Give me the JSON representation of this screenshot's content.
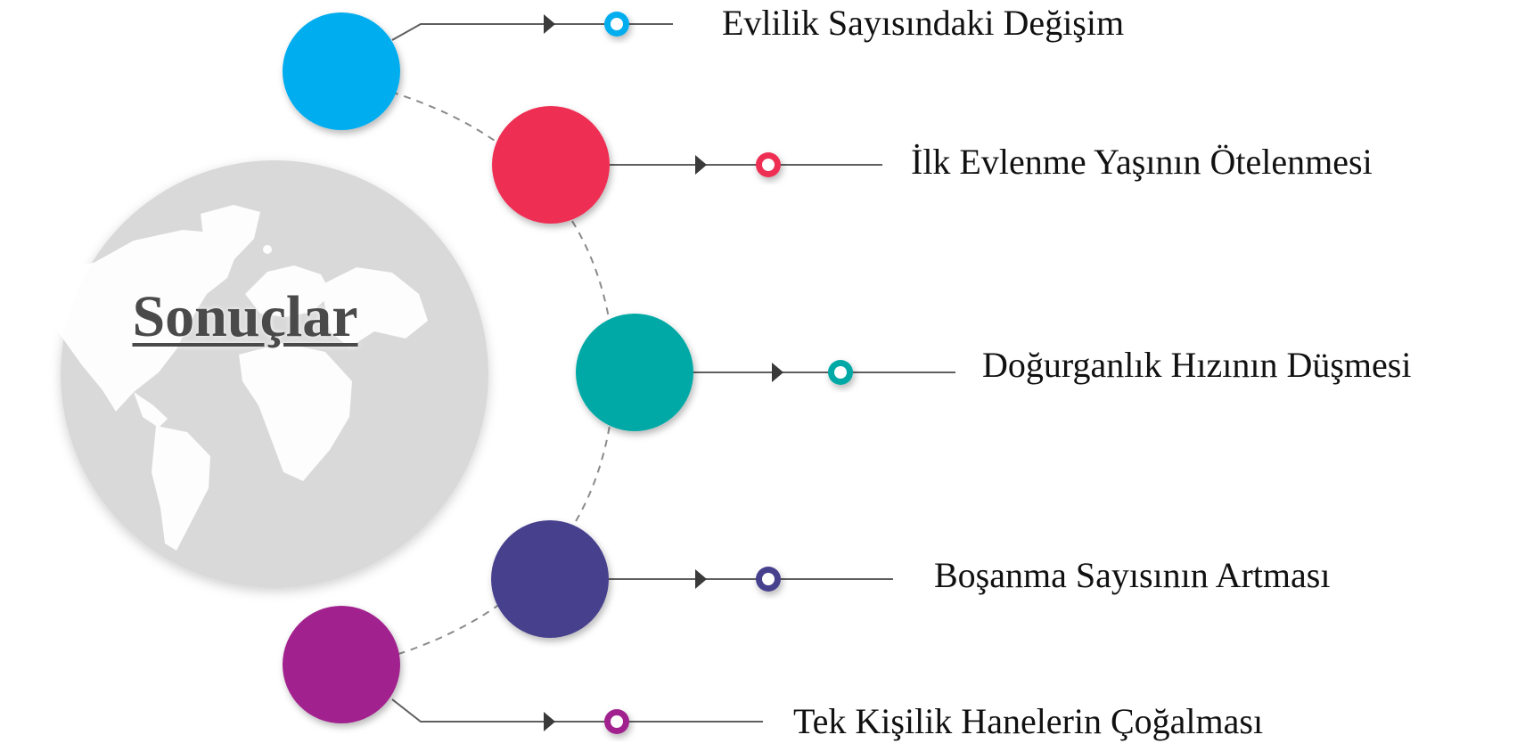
{
  "center": {
    "title": "Sonuçlar"
  },
  "colors": {
    "globe": "#d9d9d9",
    "line": "#5f5f5f",
    "arrow": "#3a3a3a",
    "dashed": "#8a8a8a"
  },
  "items": [
    {
      "label": "Evlilik Sayısındaki Değişim",
      "color": "#00adee"
    },
    {
      "label": "İlk Evlenme Yaşının Ötelenmesi",
      "color": "#ee2e52"
    },
    {
      "label": "Doğurganlık Hızının Düşmesi",
      "color": "#00a9a5"
    },
    {
      "label": "Boşanma Sayısının Artması",
      "color": "#473f8d"
    },
    {
      "label": "Tek Kişilik Hanelerin Çoğalması",
      "color": "#a1228e"
    }
  ]
}
